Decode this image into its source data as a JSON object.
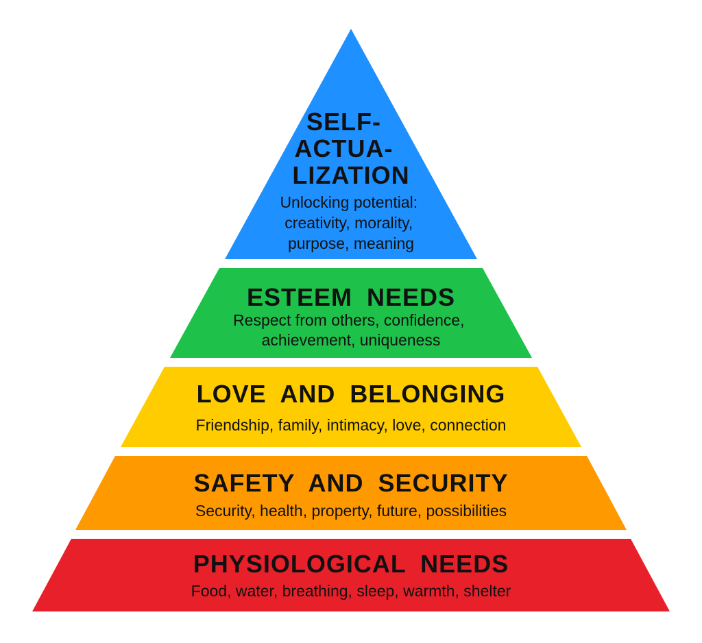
{
  "colors": {
    "self_actualization": "#1e90ff",
    "esteem": "#1ec24a",
    "love": "#ffcc00",
    "safety": "#ff9900",
    "physiological": "#e8202a"
  },
  "layers": {
    "self_actualization": {
      "title": [
        "SELF-",
        "ACTUA-",
        "LIZATION"
      ],
      "description": [
        "Unlocking potential:",
        "creativity, morality,",
        "purpose, meaning"
      ]
    },
    "esteem": {
      "title": "ESTEEM NEEDS",
      "description": [
        "Respect from others, confidence,",
        "achievement, uniqueness"
      ]
    },
    "love": {
      "title": "LOVE AND BELONGING",
      "description": [
        "Friendship, family, intimacy, love, connection"
      ]
    },
    "safety": {
      "title": "SAFETY AND SECURITY",
      "description": [
        "Security, health, property, future, possibilities"
      ]
    },
    "physiological": {
      "title": "PHYSIOLOGICAL NEEDS",
      "description": [
        "Food, water, breathing, sleep, warmth, shelter"
      ]
    }
  }
}
